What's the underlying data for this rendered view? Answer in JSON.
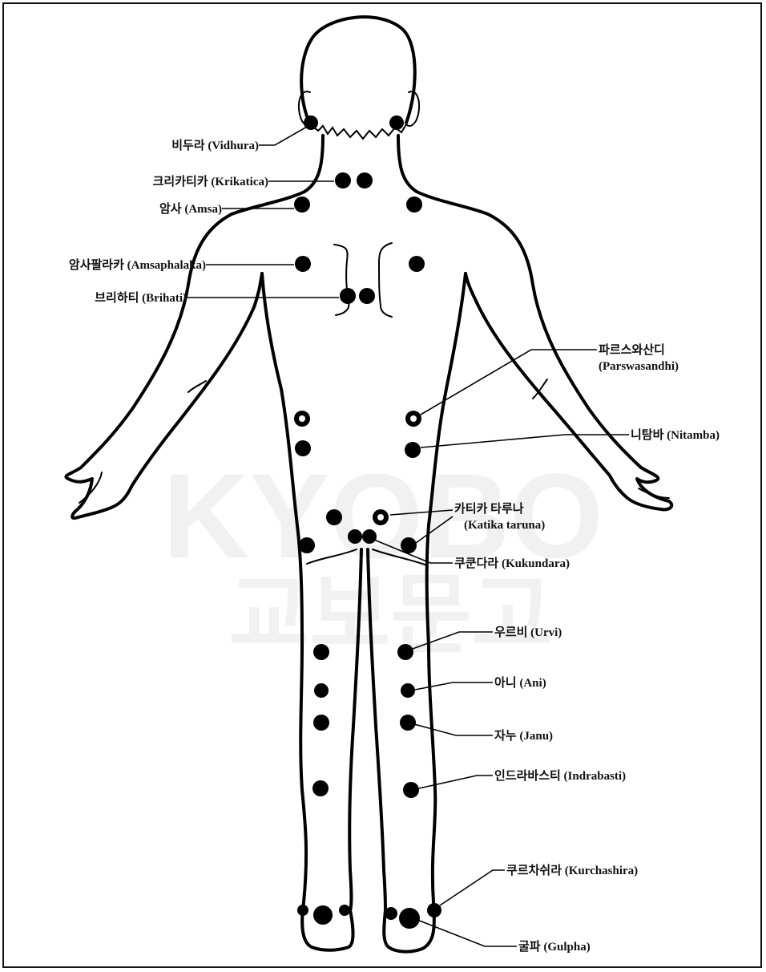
{
  "watermark": {
    "latin": "KYOBO",
    "korean": "교보문고"
  },
  "points": [
    {
      "name": "vidhura",
      "korean": "비두라",
      "label": "비두라 (Vidhura)"
    },
    {
      "name": "krikatica",
      "korean": "크리카티카",
      "label": "크리카티카 (Krikatica)"
    },
    {
      "name": "amsa",
      "korean": "암사",
      "label": "암사 (Amsa)"
    },
    {
      "name": "amsaphalaka",
      "korean": "암사팔라카",
      "label": "암사팔라카 (Amsaphalaka)"
    },
    {
      "name": "brihati",
      "korean": "브리하티",
      "label": "브리하티 (Brihati)"
    },
    {
      "name": "parswasandhi",
      "korean": "파르스와산디",
      "label": "파르스와산디",
      "label2": "(Parswasandhi)"
    },
    {
      "name": "nitamba",
      "korean": "니탐바",
      "label": "니탐바 (Nitamba)"
    },
    {
      "name": "katika-taruna",
      "korean": "카티카 타루나",
      "label": "카티카 타루나",
      "label2": "(Katika taruna)"
    },
    {
      "name": "kukundara",
      "korean": "쿠쿤다라",
      "label": "쿠쿤다라 (Kukundara)"
    },
    {
      "name": "urvi",
      "korean": "우르비",
      "label": "우르비 (Urvi)"
    },
    {
      "name": "ani",
      "korean": "아니",
      "label": "아니 (Ani)"
    },
    {
      "name": "janu",
      "korean": "자누",
      "label": "자누 (Janu)"
    },
    {
      "name": "indrabasti",
      "korean": "인드라바스티",
      "label": "인드라바스티 (Indrabasti)"
    },
    {
      "name": "kurchashira",
      "korean": "쿠르차쉬라",
      "label": "쿠르차쉬라 (Kurchashira)"
    },
    {
      "name": "gulpha",
      "korean": "굴파",
      "label": "굴파 (Gulpha)"
    }
  ]
}
